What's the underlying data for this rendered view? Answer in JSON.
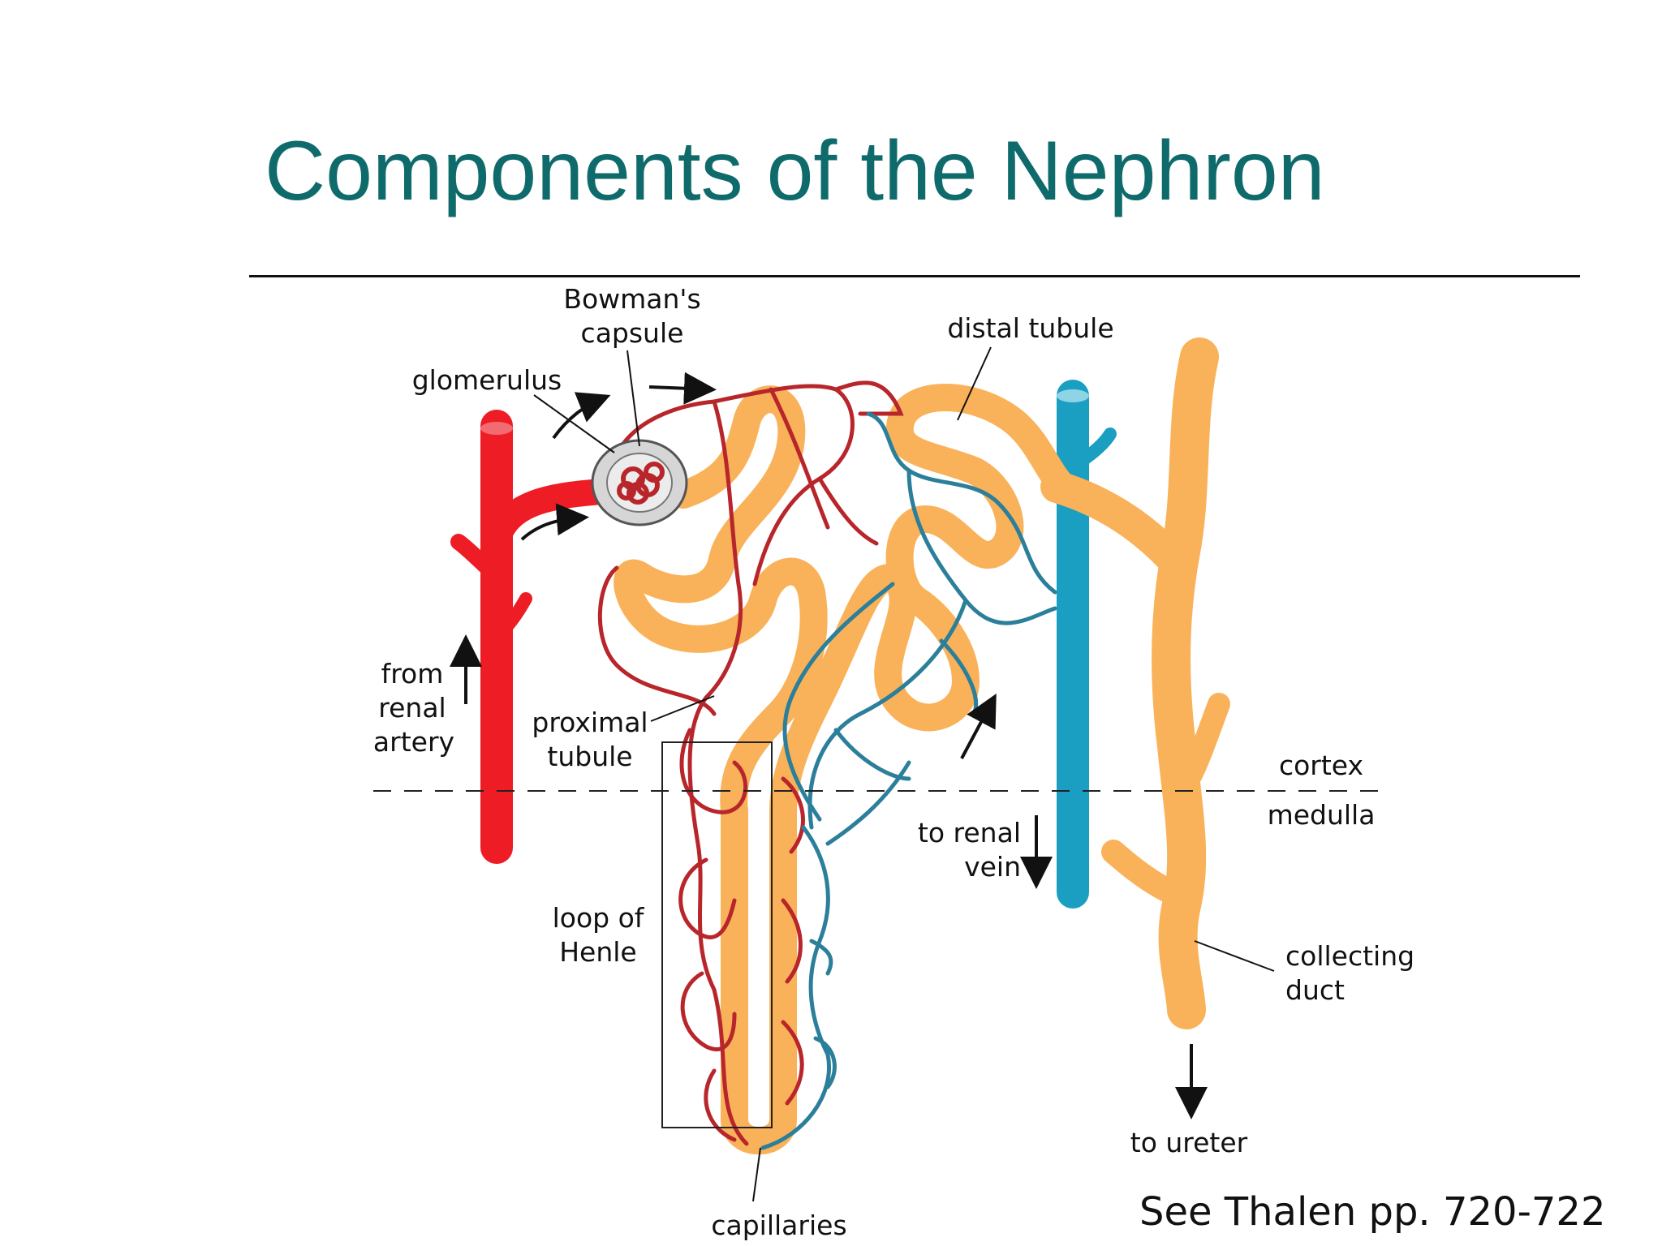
{
  "slide": {
    "title": "Components of the Nephron",
    "reference": "See Thalen pp. 720-722"
  },
  "colors": {
    "title": "#0f6b6b",
    "artery": "#ee1c24",
    "arteriole": "#b8262b",
    "vein": "#1a9fc2",
    "venule": "#2b7f9a",
    "tubule": "#f9b25a",
    "capsule": "#d6d6d6"
  },
  "labels": {
    "bowmans": [
      "Bowman's",
      "capsule"
    ],
    "distal": "distal tubule",
    "glomerulus": "glomerulus",
    "from_artery": [
      "from",
      "renal",
      "artery"
    ],
    "proximal": [
      "proximal",
      "tubule"
    ],
    "cortex": "cortex",
    "medulla": "medulla",
    "to_vein": [
      "to renal",
      "vein"
    ],
    "loop": [
      "loop of",
      "Henle"
    ],
    "collecting": [
      "collecting",
      "duct"
    ],
    "ureter": "to ureter",
    "capillaries": "capillaries"
  }
}
